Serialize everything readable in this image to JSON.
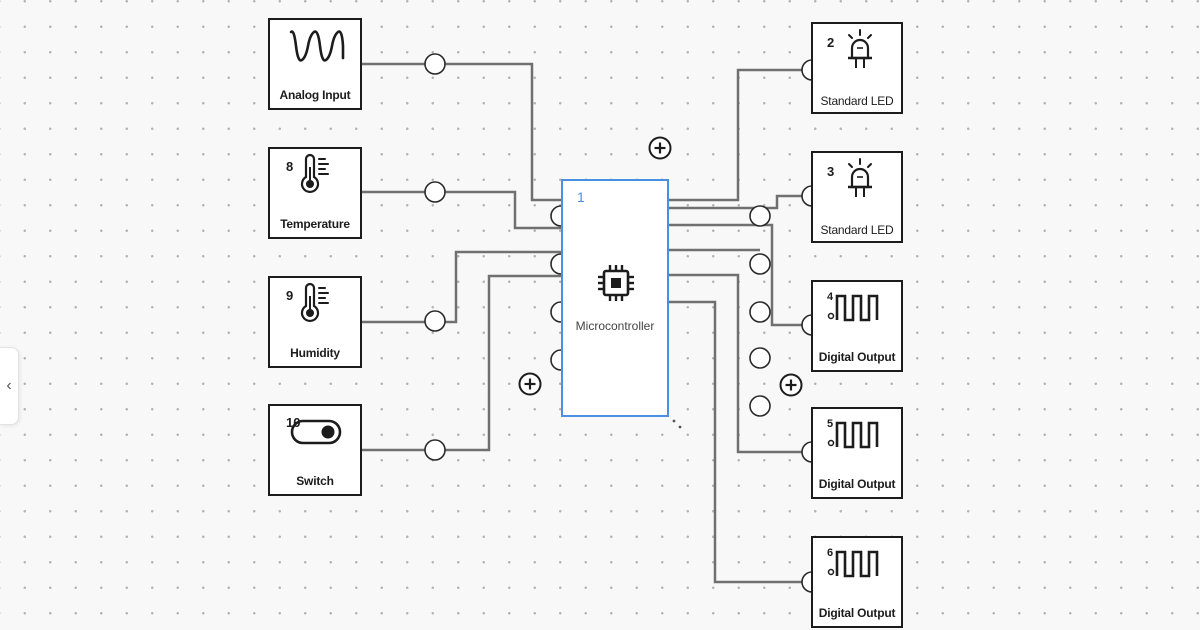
{
  "canvas": {
    "inputs": [
      {
        "id": "analog-input",
        "label": "Analog Input",
        "number": "",
        "icon": "sine-wave-icon"
      },
      {
        "id": "temperature",
        "label": "Temperature",
        "number": "8",
        "icon": "thermometer-icon"
      },
      {
        "id": "humidity",
        "label": "Humidity",
        "number": "9",
        "icon": "thermometer-icon"
      },
      {
        "id": "switch",
        "label": "Switch",
        "number": "10",
        "icon": "toggle-switch-icon"
      }
    ],
    "controller": {
      "label": "Microcontroller",
      "number": "1",
      "icon": "chip-icon"
    },
    "outputs": [
      {
        "id": "standard-led-2",
        "label": "Standard LED",
        "number": "2",
        "icon": "led-icon"
      },
      {
        "id": "standard-led-3",
        "label": "Standard LED",
        "number": "3",
        "icon": "led-icon"
      },
      {
        "id": "digital-output-4",
        "label": "Digital Output",
        "number": "4",
        "icon": "square-wave-icon"
      },
      {
        "id": "digital-output-5",
        "label": "Digital Output",
        "number": "5",
        "icon": "square-wave-icon"
      },
      {
        "id": "digital-output-6",
        "label": "Digital Output",
        "number": "6",
        "icon": "square-wave-icon"
      }
    ],
    "add_buttons": [
      {
        "id": "add-top",
        "symbol": "+"
      },
      {
        "id": "add-left",
        "symbol": "+"
      },
      {
        "id": "add-right",
        "symbol": "+"
      }
    ]
  },
  "side_panel": {
    "toggle_symbol": "‹"
  },
  "colors": {
    "wire": "#707070",
    "block_border": "#1c1c1c",
    "selection": "#4a90e2",
    "background": "#f8f8f8"
  }
}
